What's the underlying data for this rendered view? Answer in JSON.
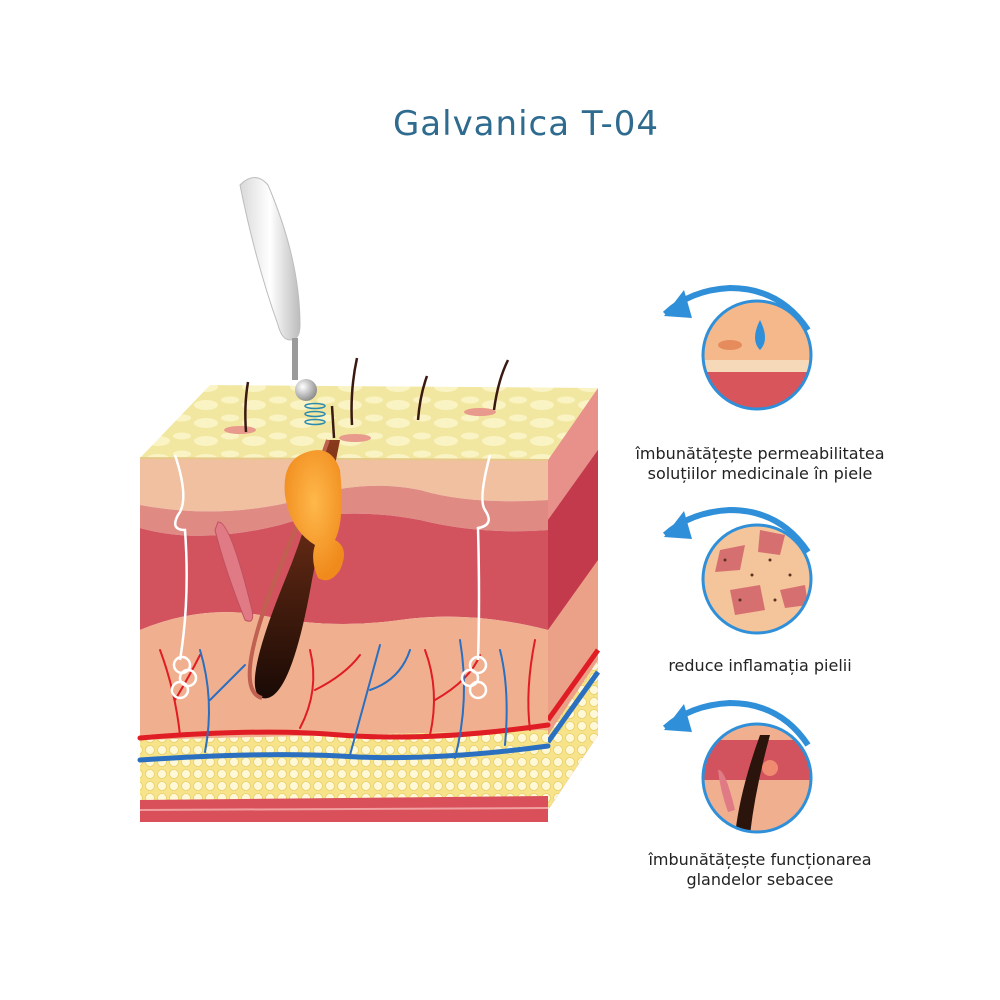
{
  "title": "Galvanica T-04",
  "benefits": [
    {
      "line1": "îmbunătățește permeabilitatea",
      "line2": "soluțiilor medicinale în piele",
      "icon": "drop-penetration-icon"
    },
    {
      "line1": "reduce inflamația pielii",
      "line2": "",
      "icon": "inflamed-skin-icon"
    },
    {
      "line1": "îmbunătățește funcționarea",
      "line2": "glandelor sebacee",
      "icon": "sebaceous-gland-icon"
    }
  ],
  "colors": {
    "title": "#2f6b8f",
    "arrow": "#2f8fd8",
    "epidermis": "#f2e7a0",
    "dermis": "#e9a08c",
    "muscle": "#d9505a",
    "fat": "#f6e38a",
    "artery": "#e01c24",
    "vein": "#2a6fc0"
  }
}
